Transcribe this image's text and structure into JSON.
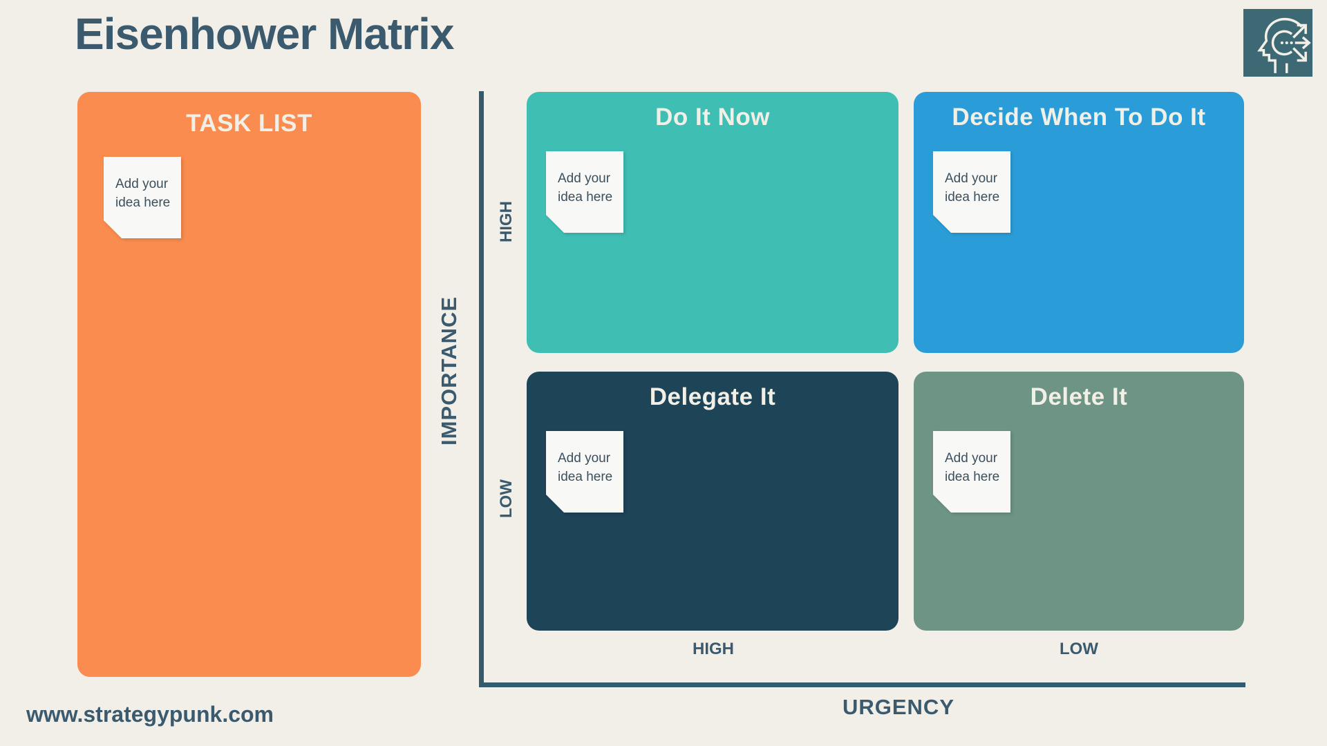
{
  "page": {
    "title": "Eisenhower Matrix",
    "background": "#f1efe8",
    "footer_link": "www.strategypunk.com"
  },
  "logo": {
    "name": "head-with-arrows logo",
    "bg": "#3d6974",
    "stroke": "#f1efe8"
  },
  "task_list": {
    "title": "TASK LIST",
    "color": "#f98c4e",
    "note": "Add your idea here"
  },
  "axes": {
    "line_color": "#345a6d",
    "y_label": "IMPORTANCE",
    "y_high": "HIGH",
    "y_low": "LOW",
    "x_label": "URGENCY",
    "x_high": "HIGH",
    "x_low": "LOW"
  },
  "quadrants": [
    {
      "title": "Do It Now",
      "color": "#3fbeb4",
      "note": "Add your idea here"
    },
    {
      "title": "Decide When To Do It",
      "color": "#2a9dd8",
      "note": "Add your idea here"
    },
    {
      "title": "Delegate It",
      "color": "#1e4457",
      "note": "Add your idea here"
    },
    {
      "title": "Delete It",
      "color": "#6e9486",
      "note": "Add your idea here"
    }
  ],
  "colors": {
    "heading": "#3b5a6e",
    "quadrant_title": "#f2efe7",
    "note_bg": "#f8f8f6",
    "note_text": "#3c4f5d"
  }
}
